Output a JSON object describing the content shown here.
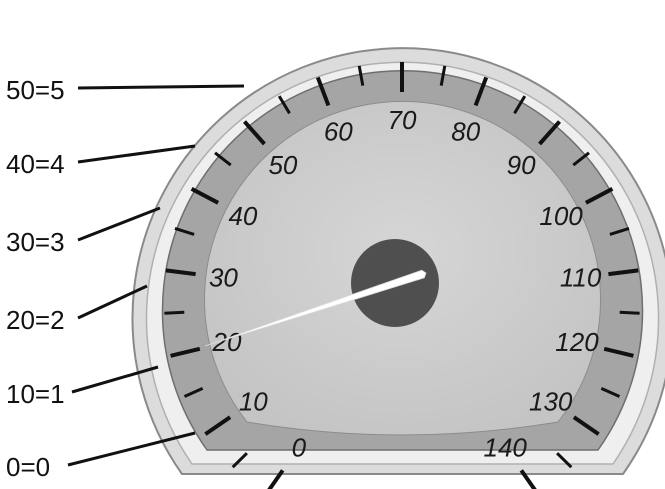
{
  "gauge": {
    "scale_labels": [
      "0",
      "10",
      "20",
      "30",
      "40",
      "50",
      "60",
      "70",
      "80",
      "90",
      "100",
      "110",
      "120",
      "130",
      "140"
    ],
    "scale_min": 0,
    "scale_max": 140,
    "needle_value": 10
  },
  "callouts": [
    "0=0",
    "10=1",
    "20=2",
    "30=3",
    "40=4",
    "50=5"
  ],
  "colors": {
    "bezel": "#e9e9e9",
    "tick_band": "#a5a5a5",
    "dial_face": "#cfcfcf",
    "hub": "#4f4f4f",
    "needle": "#ffffff",
    "ink": "#111111"
  }
}
